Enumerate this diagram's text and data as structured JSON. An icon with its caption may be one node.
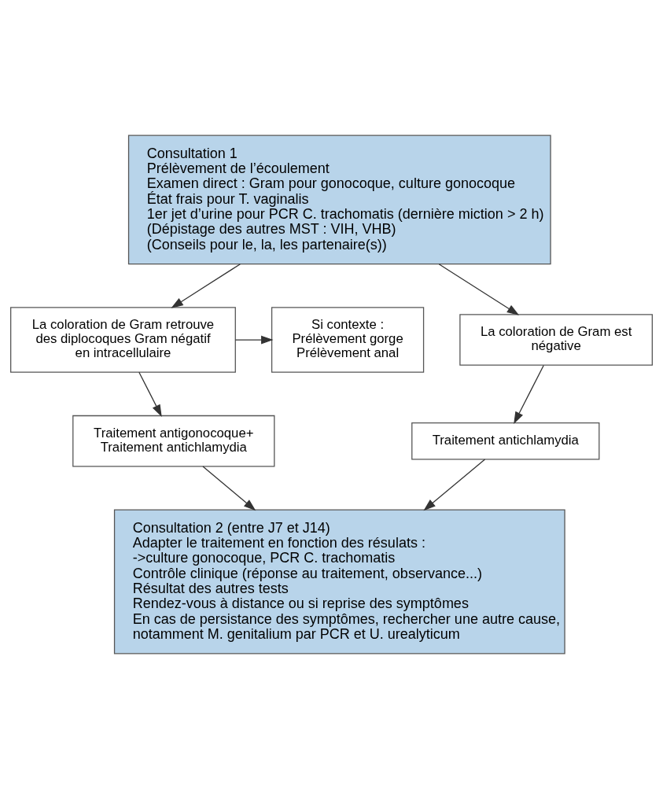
{
  "diagram": {
    "nodes": [
      {
        "text": [
          "Consultation 1",
          "Prélèvement de l’écoulement",
          "Examen direct : Gram pour gonocoque, culture gonocoque",
          "État frais pour T. vaginalis",
          "1er jet d’urine pour PCR C. trachomatis (dernière miction > 2 h)",
          "(Dépistage des autres MST : VIH, VHB)",
          "(Conseils pour le, la, les partenaire(s))"
        ]
      },
      {
        "text": [
          "Si contexte :",
          "Prélèvement gorge",
          "Prélèvement anal"
        ]
      },
      {
        "text": [
          "La coloration de Gram retrouve des diplocoques Gram négatif en intracellulaire"
        ]
      },
      {
        "text": [
          "La coloration de Gram est négative"
        ]
      },
      {
        "text": [
          "Traitement antigonocoque+ Traitement antichlamydia"
        ]
      },
      {
        "text": [
          "Traitement antichlamydia"
        ]
      },
      {
        "text": [
          "Consultation 2 (entre J7 et J14)",
          "Adapter le traitement en fonction des résulats :",
          "->culture gonocoque, PCR C. trachomatis",
          "Contrôle clinique (réponse au traitement, observance...)",
          "Résultat des autres tests",
          "Rendez-vous à distance ou si reprise des symptômes",
          "En cas de persistance des symptômes, rechercher une autre cause, notamment M. genitalium par PCR et U. urealyticum"
        ]
      }
    ],
    "edges": [
      {
        "from": 0,
        "to": 2,
        "arrow": "to"
      },
      {
        "from": 0,
        "to": 3,
        "arrow": "to"
      },
      {
        "from": 2,
        "to": 1,
        "arrow": "to"
      },
      {
        "from": 2,
        "to": 4,
        "arrow": "to"
      },
      {
        "from": 3,
        "to": 5,
        "arrow": "to"
      },
      {
        "from": 4,
        "to": 6,
        "arrow": "to"
      },
      {
        "from": 5,
        "to": 6,
        "arrow": "to"
      }
    ]
  }
}
